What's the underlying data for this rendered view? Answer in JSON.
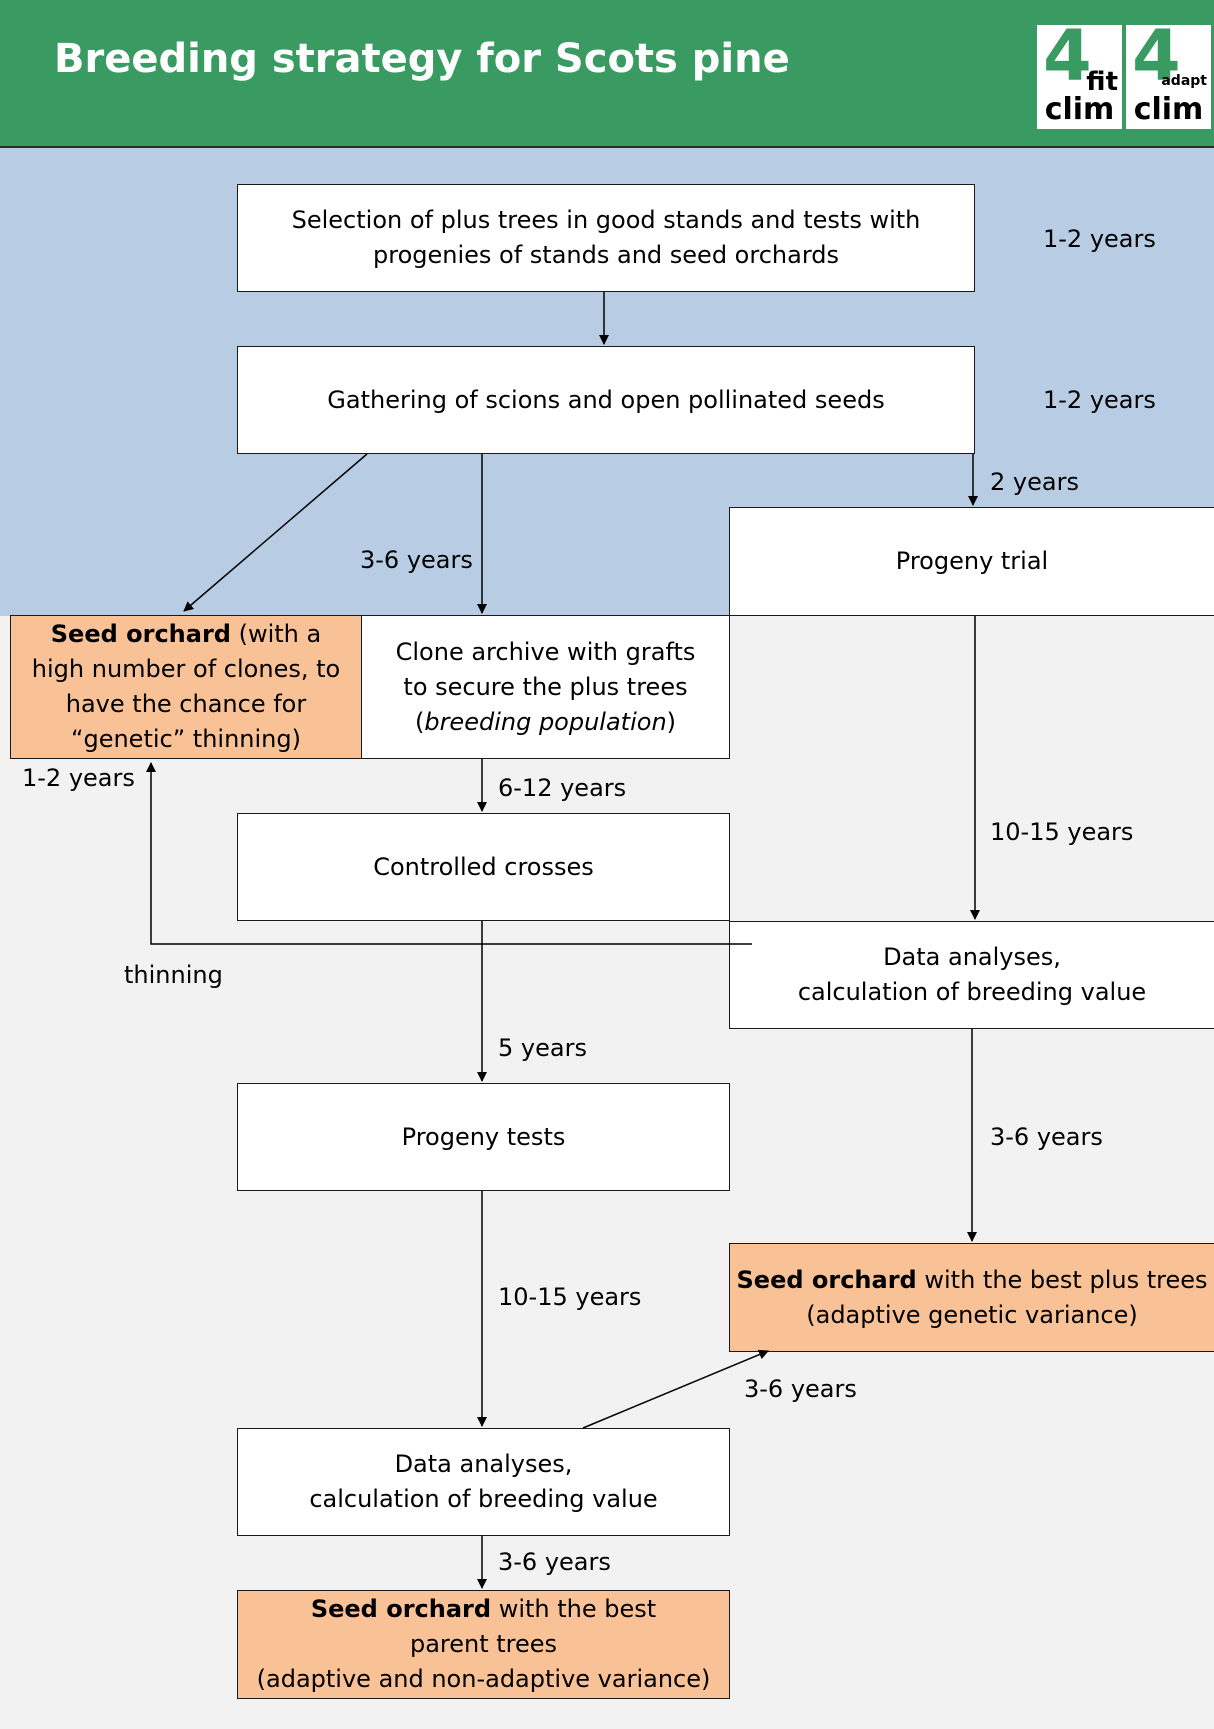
{
  "title": "Breeding strategy for Scots pine",
  "logos": [
    {
      "num": "4",
      "sub": "fit",
      "word": "clim"
    },
    {
      "num": "4",
      "sub": "adapt",
      "word": "clim"
    }
  ],
  "colors": {
    "header": "#3a9b62",
    "upper_band": "#b8cde4",
    "lower_band": "#f2f2f2",
    "orange_box": "#f8c196"
  },
  "boxes": {
    "selection": "Selection of plus trees in good stands and tests with progenies of stands and seed orchards",
    "gathering": "Gathering of scions and open pollinated seeds",
    "progeny_trial": "Progeny trial",
    "seed_orchard_high": {
      "bold": "Seed orchard",
      "rest": " (with a high number of clones, to have the chance for “genetic” thinning)"
    },
    "clone_archive": {
      "line": "Clone archive with grafts to secure the plus trees",
      "open": "(",
      "italic": "breeding population",
      "close": ")"
    },
    "controlled_crosses": "Controlled crosses",
    "data_analyses_right": {
      "line1": "Data analyses,",
      "line2": "calculation of breeding value"
    },
    "progeny_tests": "Progeny tests",
    "seed_orchard_plus": {
      "bold": "Seed orchard",
      "rest": " with the best plus trees",
      "line2": "(adaptive genetic variance)"
    },
    "data_analyses_bottom": {
      "line1": "Data analyses,",
      "line2": "calculation of breeding value"
    },
    "seed_orchard_parent": {
      "bold": "Seed orchard",
      "rest": " with the best",
      "line2": "parent trees",
      "line3": "(adaptive and non-adaptive variance)"
    }
  },
  "durations": {
    "selection": "1-2 years",
    "gathering": "1-2 years",
    "to_progeny_trial": "2 years",
    "to_clone_archive": "3-6 years",
    "to_seed_orchard_high": "1-2 years",
    "to_controlled_crosses": "6-12 years",
    "to_data_analyses_right": "10-15 years",
    "thinning": "thinning",
    "to_progeny_tests": "5 years",
    "to_seed_orchard_plus_right": "3-6 years",
    "to_data_analyses_bottom": "10-15 years",
    "to_seed_orchard_plus_diag": "3-6 years",
    "to_seed_orchard_parent": "3-6 years"
  }
}
